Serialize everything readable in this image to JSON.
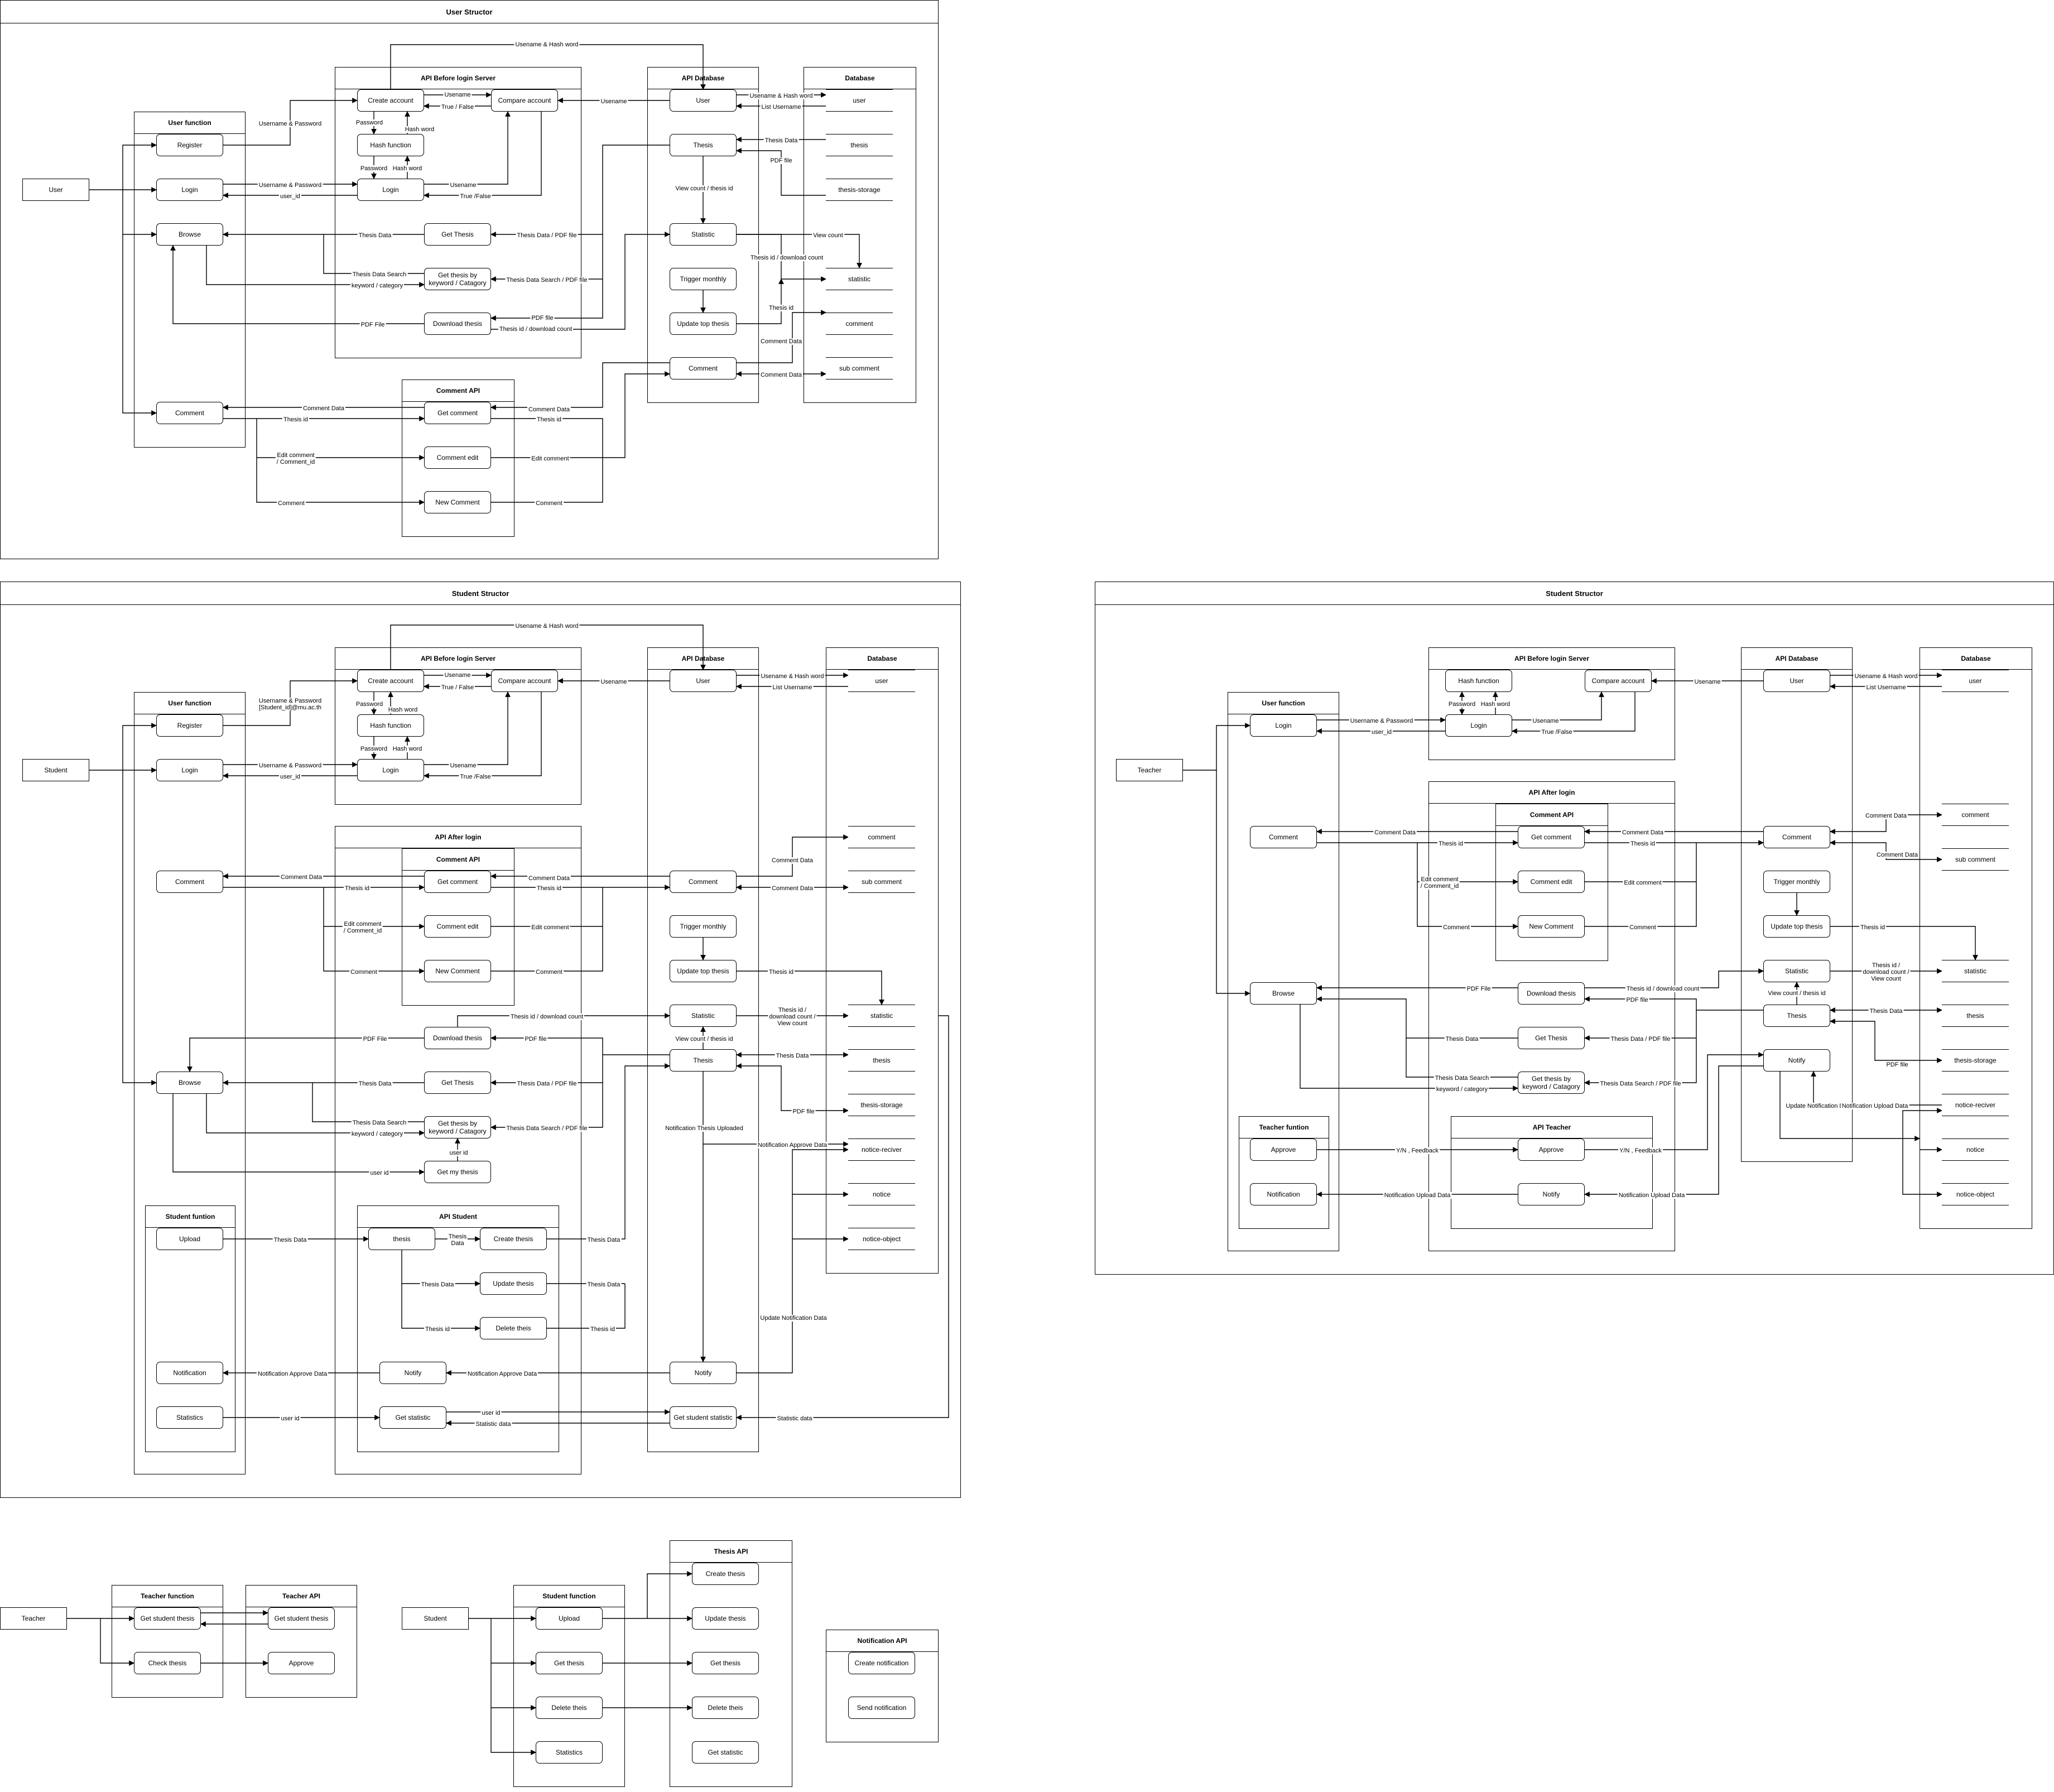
{
  "frames": {
    "user_structor": "User Structor",
    "student_structor": "Student Structor",
    "student_structor_2": "Student Structor"
  },
  "containers": {
    "user_function": "User function",
    "api_before_login": "API Before login Server",
    "api_database": "API Database",
    "database": "Database",
    "comment_api": "Comment API",
    "api_after_login": "API After login",
    "student_funtion": "Student funtion",
    "api_student": "API Student",
    "teacher_funtion": "Teacher funtion",
    "api_teacher": "API Teacher",
    "teacher_function": "Teacher function",
    "teacher_api": "Teacher API",
    "student_function": "Student function",
    "thesis_api": "Thesis API",
    "notification_api": "Notification API"
  },
  "actors": {
    "user": "User",
    "student": "Student",
    "teacher": "Teacher"
  },
  "nodes": {
    "register": "Register",
    "login": "Login",
    "browse": "Browse",
    "comment": "Comment",
    "create_account": "Create account",
    "compare_account": "Compare account",
    "hash_function": "Hash function",
    "get_thesis": "Get Thesis",
    "get_thesis_by_keyword": "Get thesis by\nkeyword / Catagory",
    "download_thesis": "Download thesis",
    "get_comment": "Get comment",
    "comment_edit": "Comment edit",
    "new_comment": "New Comment",
    "db_user": "User",
    "db_thesis": "Thesis",
    "statistic": "Statistic",
    "trigger_monthly": "Trigger monthly",
    "update_top_thesis": "Update top thesis",
    "get_my_thesis": "Get my thesis",
    "upload": "Upload",
    "notification": "Notification",
    "statistics": "Statistics",
    "thesis_lower": "thesis",
    "create_thesis": "Create thesis",
    "update_thesis": "Update thesis",
    "delete_theis": "Delete theis",
    "notify": "Notify",
    "get_statistic": "Get statistic",
    "get_student_statistic": "Get student statistic",
    "approve": "Approve",
    "get_student_thesis": "Get student thesis",
    "check_thesis": "Check thesis",
    "get_thesis_lc": "Get thesis",
    "get_statistic_lc": "Get statistic",
    "create_notification": "Create notification",
    "send_notification": "Send notification"
  },
  "db_items": {
    "user": "user",
    "thesis": "thesis",
    "thesis_storage": "thesis-storage",
    "statistic": "statistic",
    "comment": "comment",
    "sub_comment": "sub comment",
    "notice_reciver": "notice-reciver",
    "notice": "notice",
    "notice_object": "notice-object"
  },
  "labels": {
    "username_hash_word": "Usename & Hash word",
    "username_password": "Username & Password",
    "username_password_student": "Username & Password\n[Student_id]@mu.ac.th",
    "username": "Usename",
    "true_false": "True / False",
    "true_false_2": "True /False",
    "password": "Password",
    "hash_word": "Hash word",
    "user_id": "user_id",
    "user_id_2": "user id",
    "list_username": "List Username",
    "thesis_data": "Thesis Data",
    "pdf_file": "PDF file",
    "pdf_file_cap": "PDF File",
    "view_count_thesis_id": "View count / thesis id",
    "view_count": "View count",
    "thesis_id_download_count": "Thesis id / download count",
    "thesis_id_download_count_view": "Thesis id /\ndownload count /\nView count",
    "thesis_data_pdf": "Thesis Data / PDF file",
    "thesis_data_search": "Thesis Data Search",
    "keyword_category": "keyword / category",
    "thesis_data_search_pdf": "Thesis Data Search / PDF file",
    "thesis_id": "Thesis id",
    "comment_data": "Comment Data",
    "edit_comment_id": "Edit comment\n/ Comment_id",
    "edit_comment": "Edit comment",
    "comment_lbl": "Comment",
    "notification_thesis_uploaded": "Notification Thesis Uploaded",
    "notification_approve_data": "Notification Approve Data",
    "update_notification_data": "Update Notification Data",
    "statistic_data": "Statistic data",
    "statistic_data_2": "Statistic data",
    "thesis_data_small": "Thesis\nData",
    "yn_feedback": "Y/N , Feedback",
    "notification_upload_data": "Notification Upload Data"
  }
}
